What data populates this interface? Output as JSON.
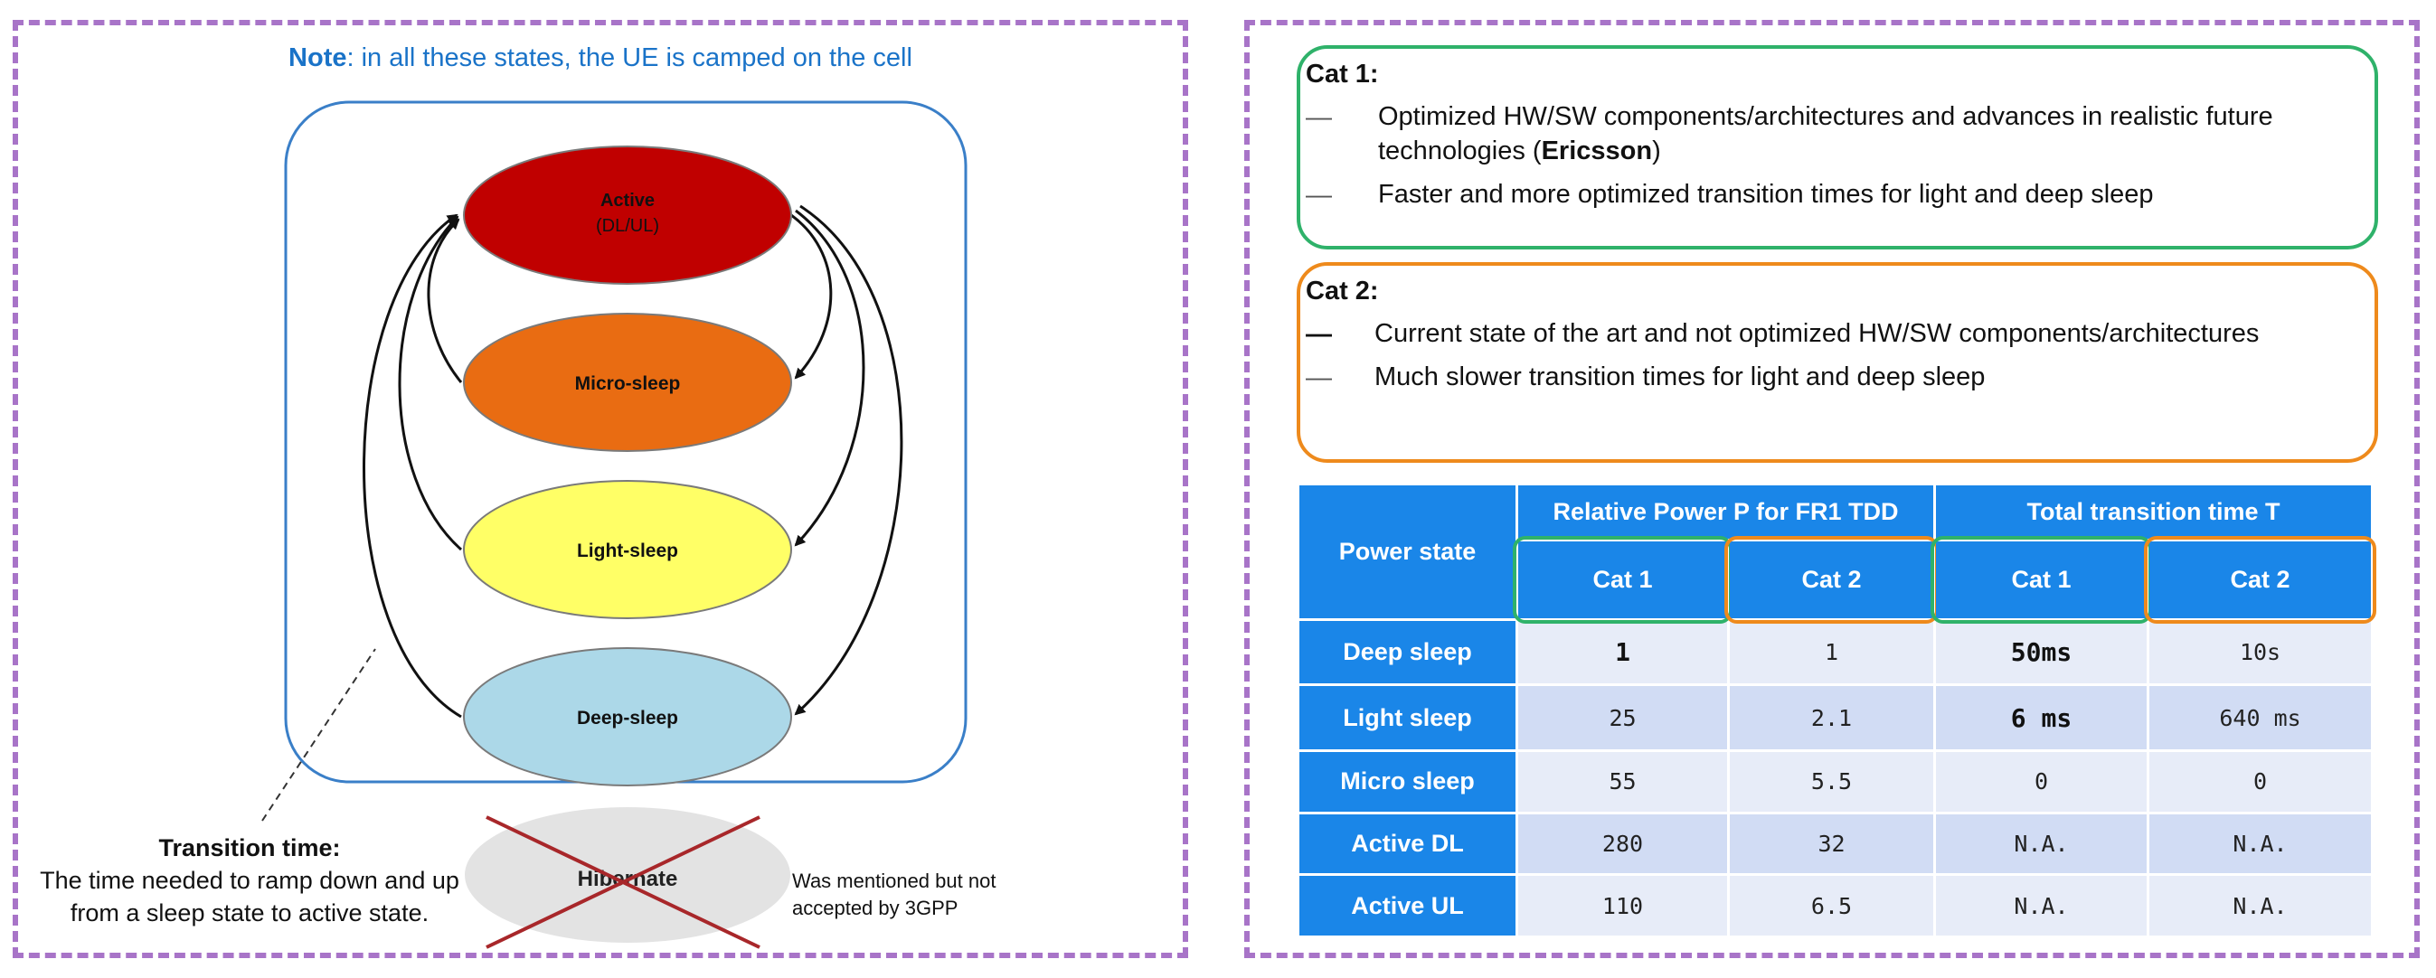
{
  "note": {
    "label": "Note",
    "text": ": in all these states, the UE is camped on the cell"
  },
  "states": {
    "active": "Active",
    "active_sub": "(DL/UL)",
    "micro": "Micro-sleep",
    "light": "Light-sleep",
    "deep": "Deep-sleep",
    "hibernate": "Hibernate"
  },
  "transition": {
    "title": "Transition time:",
    "text": "The time needed to ramp down and up from a sleep state to active state."
  },
  "hibernate_note": "Was mentioned but not accepted by 3GPP",
  "cat1": {
    "title": "Cat 1:",
    "items": [
      "Optimized HW/SW components/architectures and advances in realistic future",
      "technologies (",
      "Ericsson",
      ")",
      "Faster and more optimized transition times for light and deep sleep"
    ]
  },
  "cat2": {
    "title": "Cat 2:",
    "items": [
      "Current state of the art and not optimized HW/SW components/architectures",
      "Much slower transition times for light and deep sleep"
    ]
  },
  "table": {
    "header_state": "Power state",
    "header_power": "Relative Power P for FR1 TDD",
    "header_time": "Total transition time T",
    "sub_headers": [
      "Cat 1",
      "Cat 2",
      "Cat 1",
      "Cat 2"
    ],
    "rows": [
      {
        "state": "Deep sleep",
        "values": [
          "1",
          "1",
          "50ms",
          "10s"
        ]
      },
      {
        "state": "Light sleep",
        "values": [
          "25",
          "2.1",
          "6 ms",
          "640 ms"
        ]
      },
      {
        "state": "Micro sleep",
        "values": [
          "55",
          "5.5",
          "0",
          "0"
        ]
      },
      {
        "state": "Active DL",
        "values": [
          "280",
          "32",
          "N.A.",
          "N.A."
        ]
      },
      {
        "state": "Active UL",
        "values": [
          "110",
          "6.5",
          "N.A.",
          "N.A."
        ]
      }
    ]
  },
  "colors": {
    "active": "#c00000",
    "micro": "#e96c12",
    "light": "#ffff66",
    "deep": "#acd8e8",
    "hibernate": "#e3e3e3",
    "cat1": "#2fb26a",
    "cat2": "#ee8a1c",
    "table_header": "#1a86e8",
    "panel_border": "#a874c8"
  }
}
